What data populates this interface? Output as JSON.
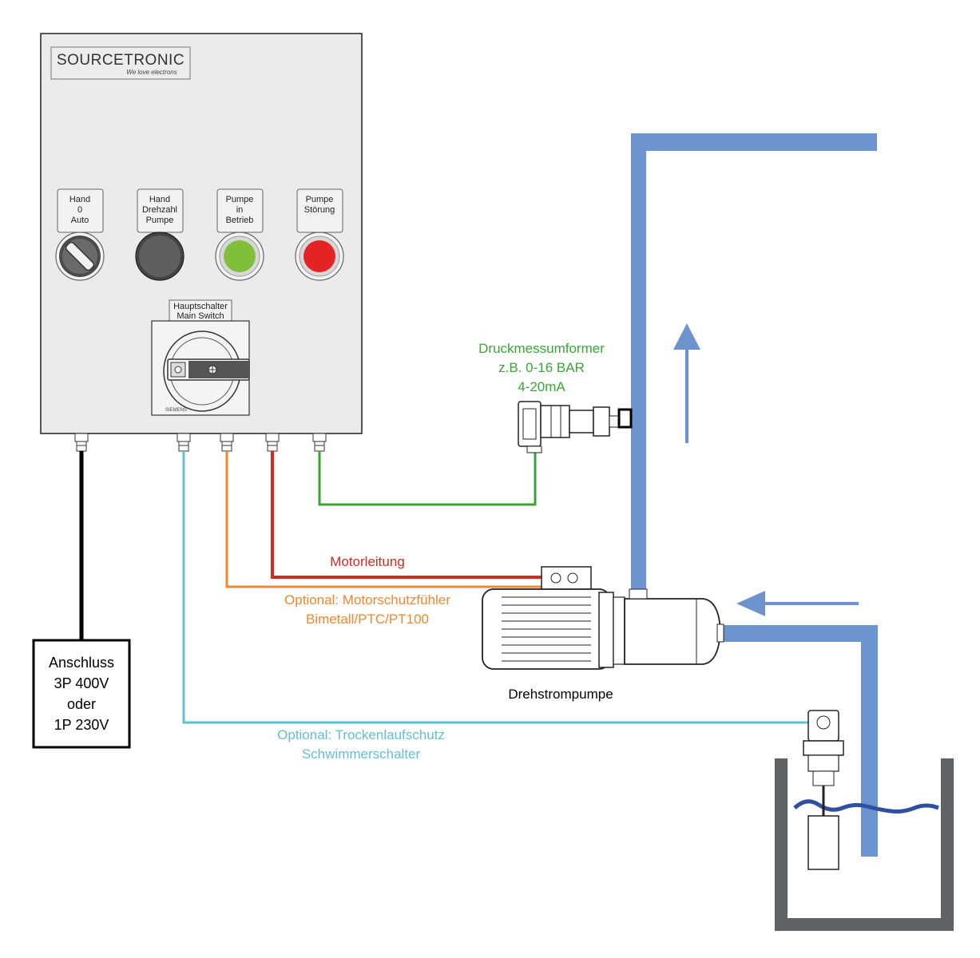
{
  "brand": {
    "name": "SOURCETRONIC",
    "tagline": "We love electrons"
  },
  "panel": {
    "buttons": [
      {
        "line1": "Hand",
        "line2": "0",
        "line3": "Auto"
      },
      {
        "line1": "Hand",
        "line2": "Drehzahl",
        "line3": "Pumpe"
      },
      {
        "line1": "Pumpe",
        "line2": "in",
        "line3": "Betrieb"
      },
      {
        "line1": "Pumpe",
        "line2": "Störung",
        "line3": ""
      }
    ],
    "main_switch": {
      "line1": "Hauptschalter",
      "line2": "Main Switch",
      "maker": "SIEMENS"
    }
  },
  "labels": {
    "supply": {
      "line1": "Anschluss",
      "line2": "3P 400V",
      "line3": "oder",
      "line4": "1P 230V"
    },
    "pressure": {
      "line1": "Druckmessumformer",
      "line2": "z.B. 0-16 BAR",
      "line3": "4-20mA"
    },
    "motor_cable": "Motorleitung",
    "motor_protection": {
      "line1": "Optional: Motorschutzfühler",
      "line2": "Bimetall/PTC/PT100"
    },
    "pump": "Drehstrompumpe",
    "float": {
      "line1": "Optional: Trockenlaufschutz",
      "line2": "Schwimmerschalter"
    }
  },
  "colors": {
    "panel": "#ebebeb",
    "pipe": "#6e94d0",
    "tank": "#5f6366",
    "supply_cable": "#000000",
    "float_cable": "#63bfd2",
    "sensor_cable": "#f0872f",
    "motor_cable": "#d22a1e",
    "pressure_cable": "#3aa535",
    "pressure_label": "#3aa535",
    "motor_label": "#d22a1e",
    "protection_label": "#f0872f",
    "float_label": "#63bfd2",
    "lamp_green": "#7fbf3a",
    "lamp_red": "#e42324",
    "button_grey": "#5f5f5f"
  }
}
